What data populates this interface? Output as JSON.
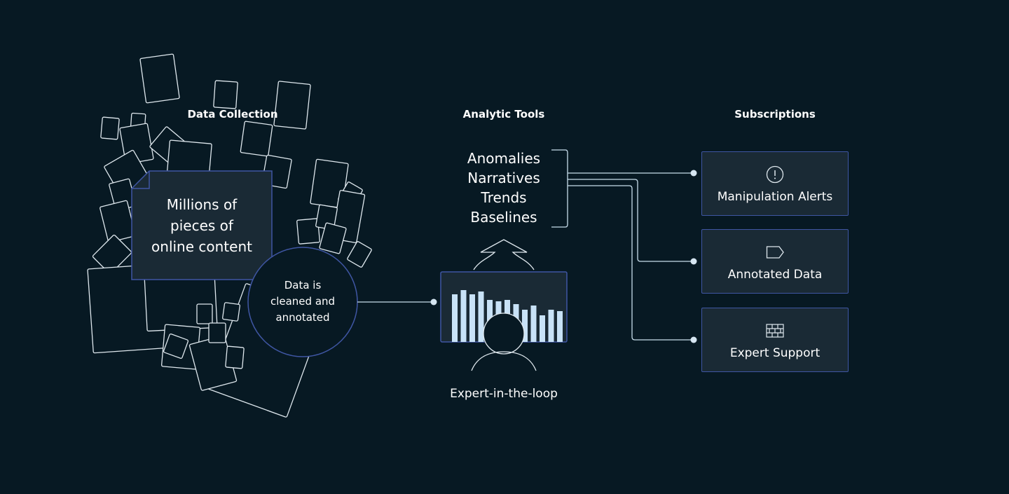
{
  "headings": {
    "collection": "Data Collection",
    "tools": "Analytic Tools",
    "subscriptions": "Subscriptions"
  },
  "content_card": {
    "lines": [
      "Millions of",
      "pieces of",
      "online content"
    ]
  },
  "cleaning": {
    "lines": [
      "Data is",
      "cleaned and",
      "annotated"
    ]
  },
  "analytic_tools": {
    "items": [
      "Anomalies",
      "Narratives",
      "Trends",
      "Baselines"
    ]
  },
  "expert": {
    "label": "Expert-in-the-loop"
  },
  "subscriptions": [
    {
      "label": "Manipulation Alerts",
      "icon": "alert-icon"
    },
    {
      "label": "Annotated Data",
      "icon": "tag-icon"
    },
    {
      "label": "Expert Support",
      "icon": "brick-wall-icon"
    }
  ],
  "colors": {
    "background": "#071923",
    "card_fill": "#1a2a35",
    "card_border": "#3f56a3",
    "line": "#c7ddeb",
    "bar": "#c8e2f7"
  }
}
